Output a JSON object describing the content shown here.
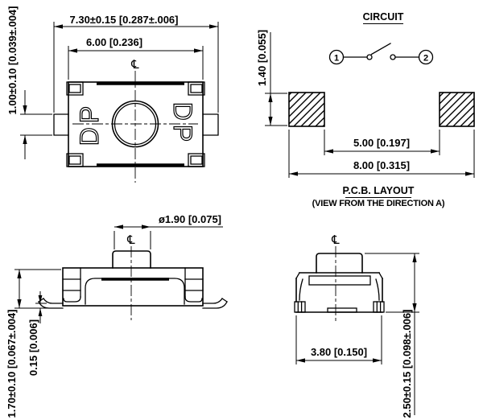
{
  "drawing": {
    "centerline_symbol": "℄",
    "top_view": {
      "dim_overall_width": "7.30±0.15 [0.287±.006]",
      "dim_body_width": "6.00 [0.236]",
      "dim_side_lead": "1.00±0.10 [0.039±.004]",
      "marking_left": "DP",
      "marking_right": "DP"
    },
    "circuit": {
      "title": "CIRCUIT",
      "terminal_left": "1",
      "terminal_right": "2"
    },
    "pcb_layout": {
      "title": "P.C.B. LAYOUT",
      "subtitle": "(VIEW FROM THE DIRECTION A)",
      "dim_pad_height": "1.40 [0.055]",
      "dim_pad_inner_span": "5.00 [0.197]",
      "dim_pad_outer_span": "8.00 [0.315]"
    },
    "front_view": {
      "dim_button_diameter": "ø1.90 [0.075]",
      "dim_standoff": "0.15 [0.006]",
      "dim_body_height": "1.70±0.10 [0.067±.004]"
    },
    "side_view": {
      "dim_body_depth": "3.80 [0.150]",
      "dim_total_height": "2.50±0.15 [0.098±.006]"
    }
  }
}
